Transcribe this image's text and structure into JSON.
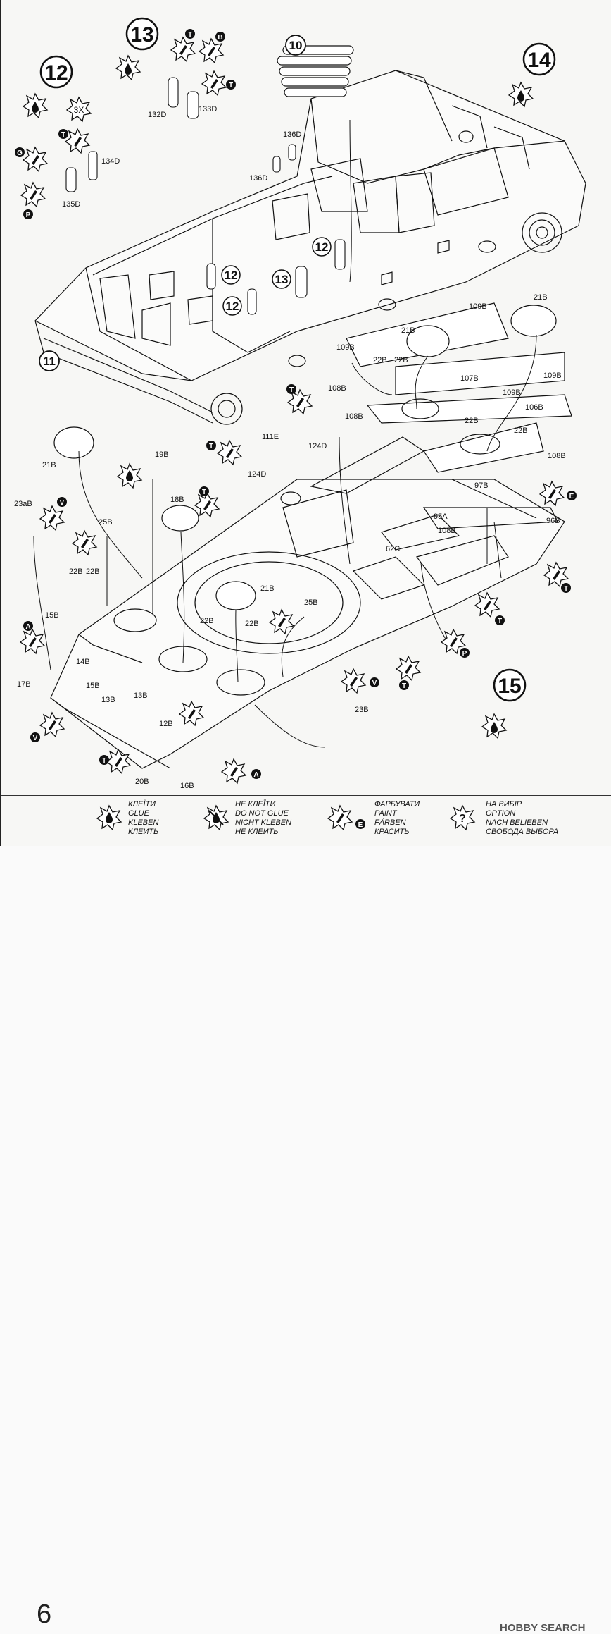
{
  "page_number": "6",
  "steps": {
    "s10": "10",
    "s11": "11",
    "s12": "12",
    "s13": "13",
    "s14": "14",
    "s15": "15",
    "qty_3x": "3X",
    "ref12a": "12",
    "ref12b": "12",
    "ref12c": "12",
    "ref13": "13"
  },
  "parts": {
    "p132D": "132D",
    "p133D": "133D",
    "p134D": "134D",
    "p135D": "135D",
    "p136Da": "136D",
    "p136Db": "136D",
    "p21Ba": "21B",
    "p21Bb": "21B",
    "p21Bc": "21B",
    "p21Bd": "21B",
    "p109Ba": "109B",
    "p109Bb": "109B",
    "p109Bc": "109B",
    "p109Bd": "109B",
    "p22Ba": "22B",
    "p22Bb": "22B",
    "p22Bc": "22B",
    "p22Bd": "22B",
    "p22Be": "22B",
    "p22Bf": "22B",
    "p22Bg": "22B",
    "p22Bh": "22B",
    "p107B": "107B",
    "p106B": "106B",
    "p108Ba": "108B",
    "p108Bb": "108B",
    "p108Bc": "108B",
    "p108Bd": "108B",
    "p111E": "111E",
    "p124Da": "124D",
    "p124Db": "124D",
    "p19B": "19B",
    "p18B": "18B",
    "p23aB": "23aB",
    "p25Ba": "25B",
    "p25Bb": "25B",
    "p97B": "97B",
    "p95A": "95A",
    "p96B": "96B",
    "p62C": "62C",
    "p15B": "15B",
    "p15Bb": "15B",
    "p14B": "14B",
    "p17B": "17B",
    "p13B": "13B",
    "p13Bb": "13B",
    "p12B": "12B",
    "p20B": "20B",
    "p16B": "16B",
    "p23B": "23B"
  },
  "markers": {
    "m_T1": "T",
    "m_B": "B",
    "m_T2": "T",
    "m_G": "G",
    "m_T3": "T",
    "m_P1": "P",
    "m_T4": "T",
    "m_T5": "T",
    "m_V1": "V",
    "m_E1": "E",
    "m_T6": "T",
    "m_T7": "T",
    "m_P2": "P",
    "m_T8": "T",
    "m_V2": "V",
    "m_A1": "A",
    "m_V3": "V",
    "m_T9": "T",
    "m_A2": "A",
    "m_T10": "T"
  },
  "legend": {
    "glue": [
      "КЛЕЇТИ",
      "GLUE",
      "KLEBEN",
      "КЛЕИТЬ"
    ],
    "noglue": [
      "НЕ КЛЕЇТИ",
      "DO NOT GLUE",
      "NICHT KLEBEN",
      "НЕ КЛЕИТЬ"
    ],
    "paint": [
      "ФАРБУВАТИ",
      "PAINT",
      "FÄRBEN",
      "КРАСИТЬ"
    ],
    "paint_marker": "E",
    "option": [
      "НА ВИБІР",
      "OPTION",
      "NACH BELIEBEN",
      "СВОБОДА ВЫБОРА"
    ]
  },
  "watermark": "HOBBY SEARCH"
}
